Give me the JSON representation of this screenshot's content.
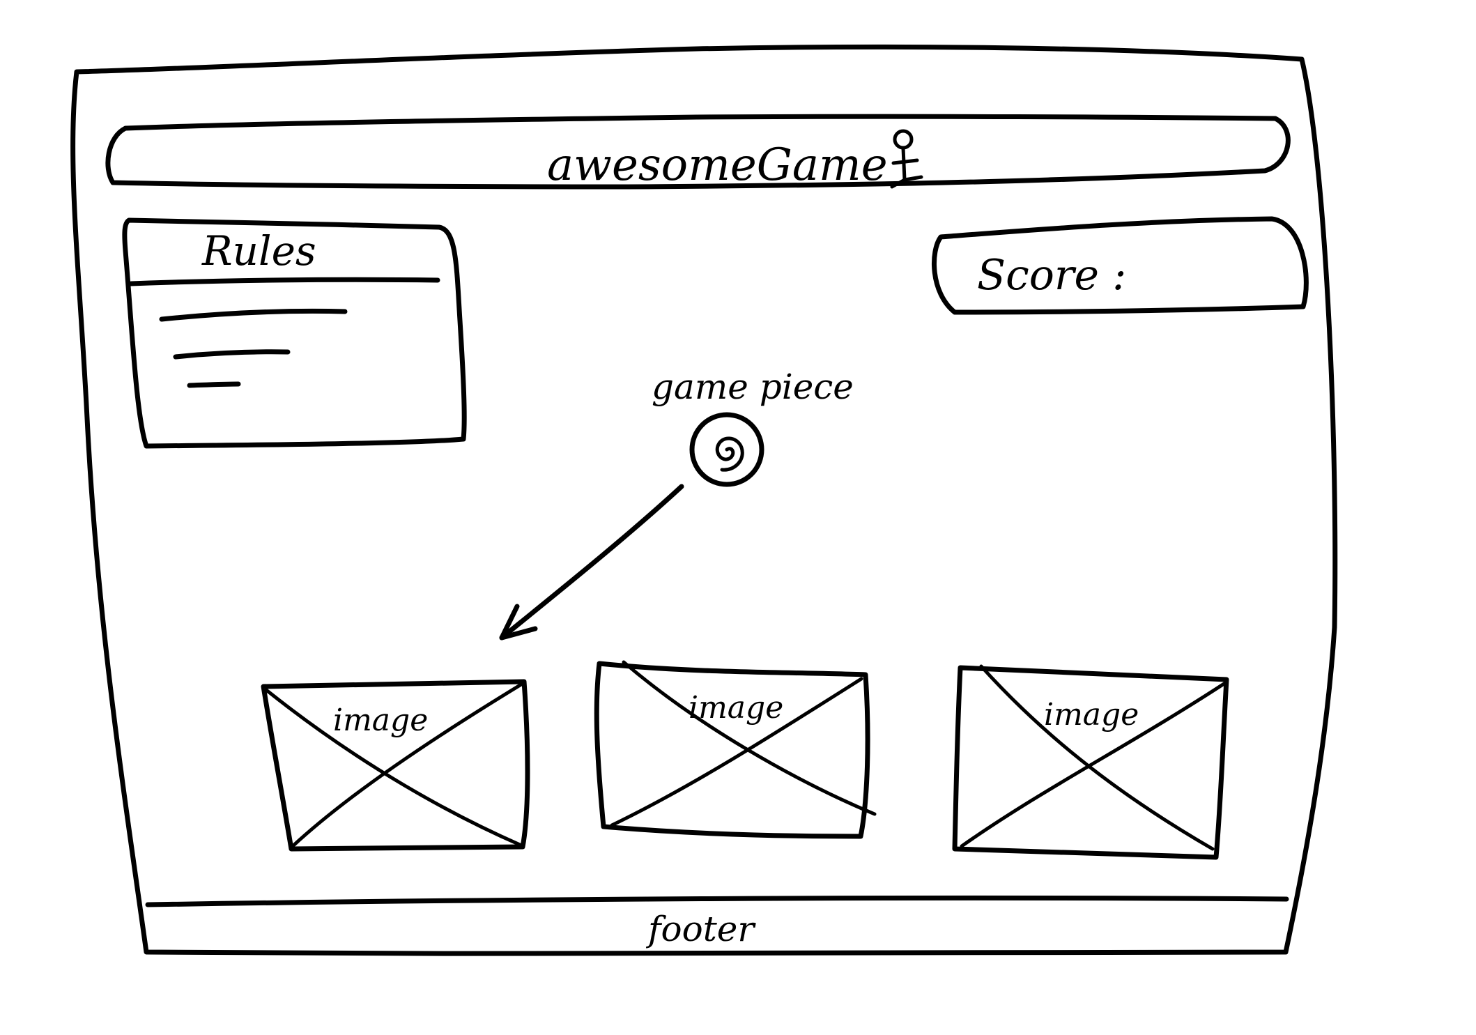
{
  "header": {
    "title": "awesomeGame",
    "logo_icon": "stick-figure-icon"
  },
  "rules": {
    "heading": "Rules"
  },
  "score": {
    "label": "Score :"
  },
  "game_piece": {
    "label": "game piece",
    "icon": "spiral-icon"
  },
  "images": [
    {
      "label": "image"
    },
    {
      "label": "image"
    },
    {
      "label": "image"
    }
  ],
  "footer": {
    "label": "footer"
  },
  "colors": {
    "ink": "#000000",
    "paper": "#ffffff"
  }
}
